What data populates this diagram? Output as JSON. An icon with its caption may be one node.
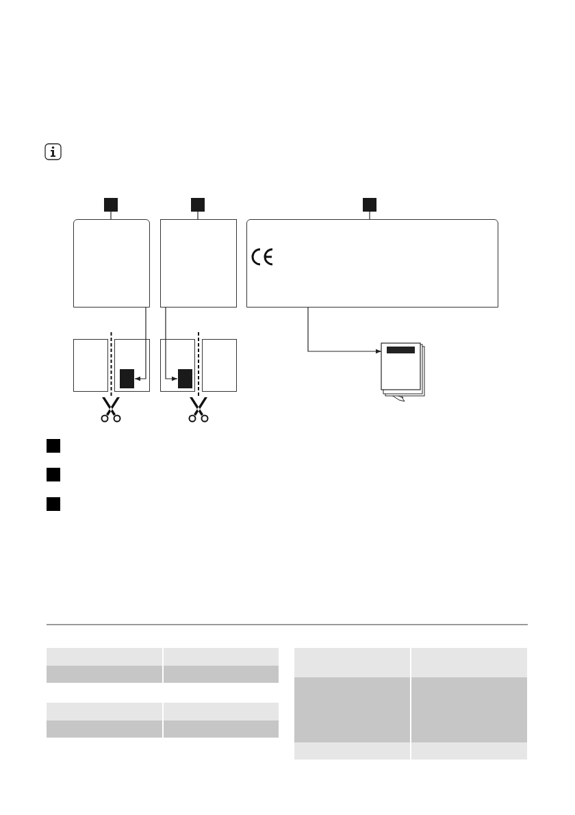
{
  "diagram": {
    "nodes": [
      {
        "text": [],
        "shape": "box"
      },
      {
        "text": [],
        "shape": "box"
      },
      {
        "text": [],
        "shape": "box"
      },
      {
        "text": [],
        "shape": "box"
      },
      {
        "text": [],
        "shape": "box"
      },
      {
        "text": [],
        "shape": "box"
      },
      {
        "text": [],
        "shape": "box"
      },
      {
        "text": [],
        "shape": "box"
      },
      {
        "text": [],
        "shape": "box",
        "in": 7
      },
      {
        "text": [],
        "shape": "box"
      },
      {
        "text": [],
        "shape": "box",
        "in": 9
      },
      {
        "text": [],
        "shape": "box"
      },
      {
        "text": [],
        "shape": "picture"
      }
    ],
    "edges": [
      {
        "from": 0,
        "to": 3,
        "arrow": "none"
      },
      {
        "from": 1,
        "to": 4,
        "arrow": "none"
      },
      {
        "from": 2,
        "to": 5,
        "arrow": "none"
      },
      {
        "from": 3,
        "to": 8,
        "arrow": "to"
      },
      {
        "from": 4,
        "to": 10,
        "arrow": "to"
      },
      {
        "from": 5,
        "to": 12,
        "arrow": "to"
      }
    ]
  }
}
